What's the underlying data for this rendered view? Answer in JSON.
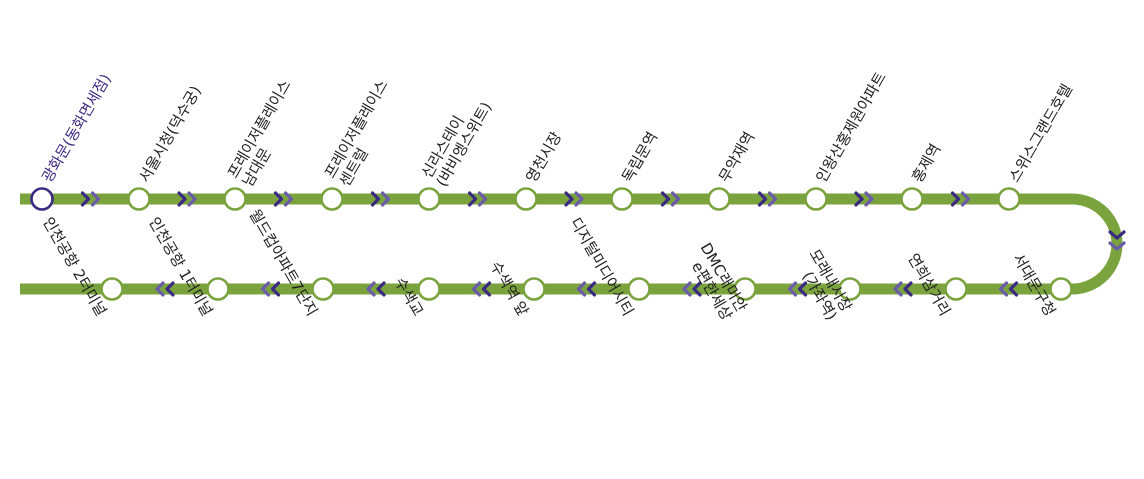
{
  "colors": {
    "line": "#7aa33d",
    "arrow_dark": "#3b2a82",
    "arrow_light": "#6a5ca8",
    "station_fill": "#ffffff",
    "first_station_stroke": "#3b2a82",
    "label": "#222222",
    "first_label": "#3b2a82"
  },
  "direction_icon": "double-chevron-arrow",
  "top_row": [
    {
      "lines": [
        "광화문(동화면세점)"
      ],
      "first": true
    },
    {
      "lines": [
        "서울시청(덕수궁)"
      ]
    },
    {
      "lines": [
        "프레이저플레이스",
        "남대문"
      ]
    },
    {
      "lines": [
        "프레이저플레이스",
        "센트럴"
      ]
    },
    {
      "lines": [
        "신라스테이",
        "(바비엥스위트)"
      ]
    },
    {
      "lines": [
        "영천시장"
      ]
    },
    {
      "lines": [
        "독립문역"
      ]
    },
    {
      "lines": [
        "무악재역"
      ]
    },
    {
      "lines": [
        "인왕산홍제원아파트"
      ]
    },
    {
      "lines": [
        "홍제역"
      ]
    },
    {
      "lines": [
        "스위스그랜드호텔"
      ]
    }
  ],
  "bottom_row": [
    {
      "lines": [
        "서대문구청"
      ]
    },
    {
      "lines": [
        "연희삼거리"
      ]
    },
    {
      "lines": [
        "모래내시장",
        "(가좌역)"
      ]
    },
    {
      "lines": [
        "DMC래미안",
        "e편한세상"
      ]
    },
    {
      "lines": [
        "디지털미디어시티"
      ]
    },
    {
      "lines": [
        "수색역 앞"
      ]
    },
    {
      "lines": [
        "수색교"
      ]
    },
    {
      "lines": [
        "월드컵아파트7단지"
      ]
    },
    {
      "lines": [
        "인천공항 1터미널"
      ]
    },
    {
      "lines": [
        "인천공항 2터미널"
      ]
    }
  ]
}
